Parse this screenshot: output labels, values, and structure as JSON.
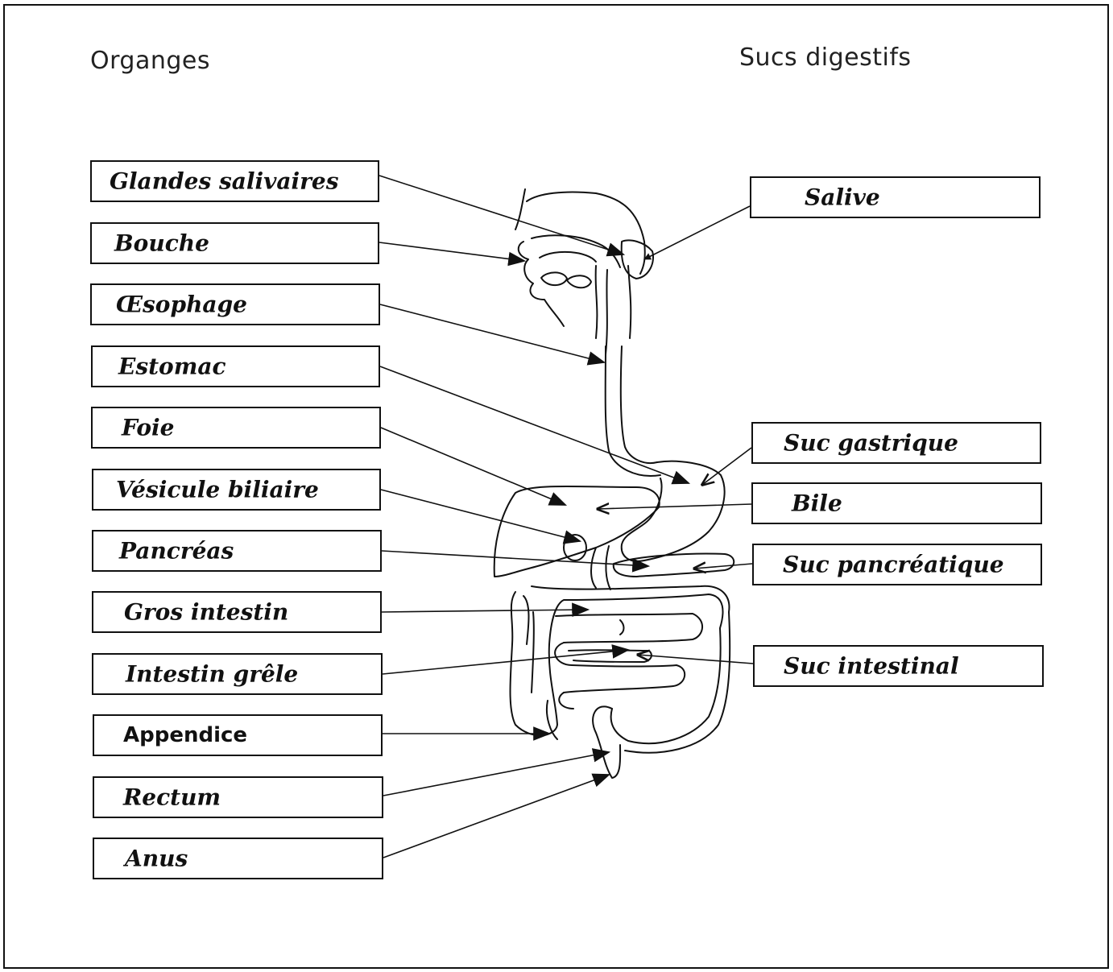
{
  "headings": {
    "organs": "Organges",
    "juices": "Sucs digestifs"
  },
  "organs": [
    "Glandes salivaires",
    "Bouche",
    "Œsophage",
    "Estomac",
    "Foie",
    "Vésicule biliaire",
    "Pancréas",
    "Gros intestin",
    "Intestin grêle",
    "Appendice",
    "Rectum",
    "Anus"
  ],
  "juices": [
    "Salive",
    "Suc gastrique",
    "Bile",
    "Suc pancréatique",
    "Suc intestinal"
  ]
}
